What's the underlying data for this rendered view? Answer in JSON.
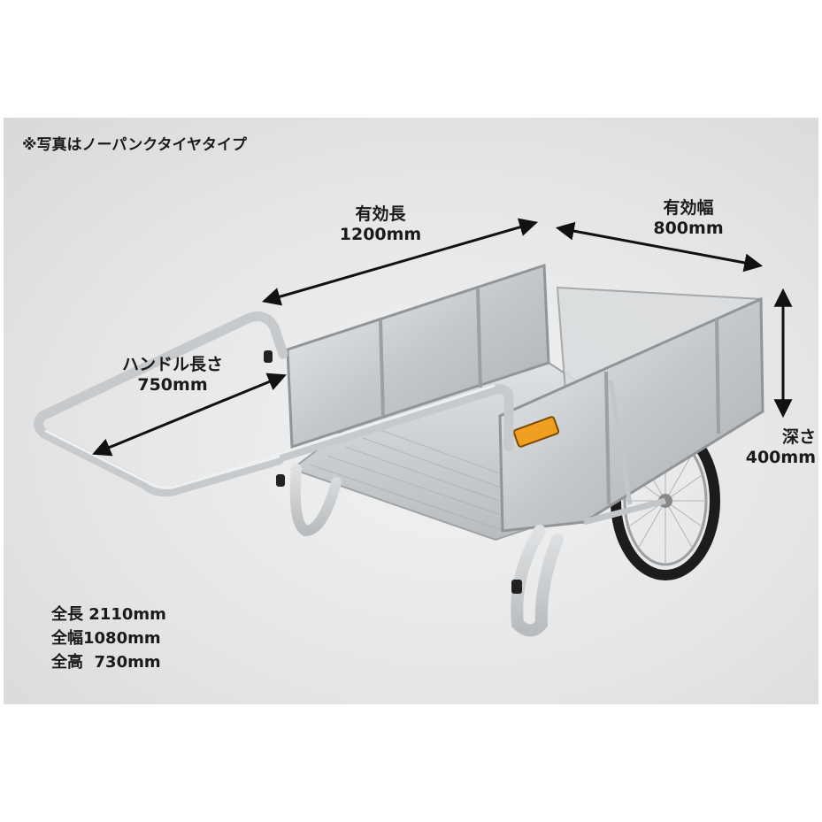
{
  "note": "※写真はノーパンクタイヤタイプ",
  "dimensions": {
    "effective_length": {
      "label": "有効長",
      "value": "1200mm"
    },
    "effective_width": {
      "label": "有効幅",
      "value": "800mm"
    },
    "handle_length": {
      "label": "ハンドル長さ",
      "value": "750mm"
    },
    "depth": {
      "label": "深さ",
      "value": "400mm"
    }
  },
  "specs": [
    "全長 2110mm",
    "全幅1080mm",
    "全高  730mm"
  ],
  "colors": {
    "panel": "#e4e4e4",
    "aluminum": "#c8ccce",
    "tire": "#1c1c1c",
    "reflector": "#f0a020"
  }
}
